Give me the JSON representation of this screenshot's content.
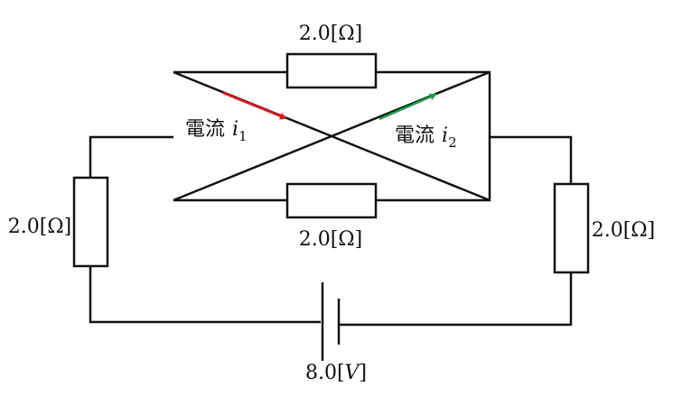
{
  "resistors": {
    "top": "2.0[Ω]",
    "bottom": "2.0[Ω]",
    "left": "2.0[Ω]",
    "right": "2.0[Ω]"
  },
  "battery": {
    "label_num": "8.0[",
    "label_unit": "V",
    "label_close": "]"
  },
  "currents": {
    "i1": {
      "prefix": "電流",
      "symbol": "i",
      "sub": "1",
      "color": "#e8141c"
    },
    "i2": {
      "prefix": "電流",
      "symbol": "i",
      "sub": "2",
      "color": "#19a84a"
    }
  }
}
